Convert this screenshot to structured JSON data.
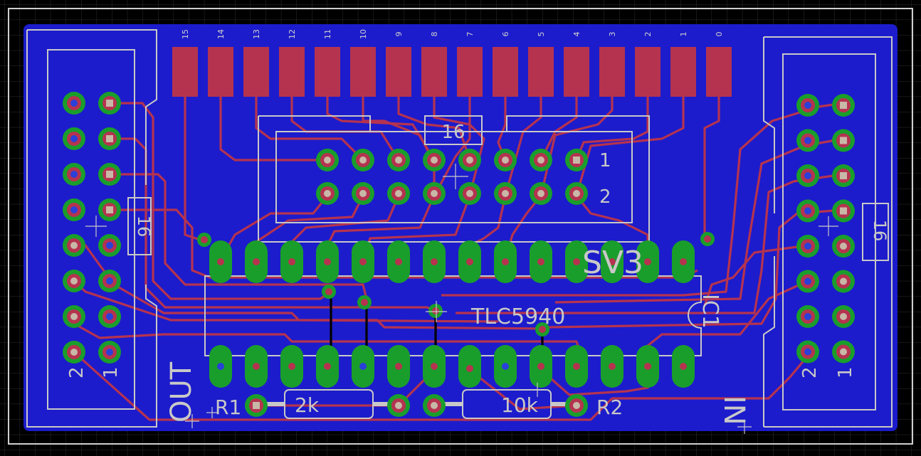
{
  "colors": {
    "background": "#000000",
    "grid": "#2e2e2e",
    "board": "#1c1ccc",
    "copper_top": "#b5334f",
    "pad_ring": "#1a9e2b",
    "drill": "#c8b8a8",
    "silkscreen": "#c8c8c8",
    "via_blue": "#2a40d8"
  },
  "labels": {
    "out": "OUT",
    "in": "IN",
    "sv3": "SV3",
    "ic1": "IC1",
    "chip": "TLC5940",
    "r1": "R1",
    "r2": "R2",
    "r1_value": "2k",
    "r2_value": "10k",
    "header_top_count": "16",
    "header_left_count": "16",
    "header_right_count": "16",
    "pin1": "1",
    "pin2": "2",
    "left_pin1": "1",
    "left_pin2": "2",
    "right_pin1": "1",
    "right_pin2": "2"
  },
  "smd_pads": [
    "15",
    "14",
    "13",
    "12",
    "11",
    "10",
    "9",
    "8",
    "7",
    "6",
    "5",
    "4",
    "3",
    "2",
    "1",
    "0"
  ]
}
